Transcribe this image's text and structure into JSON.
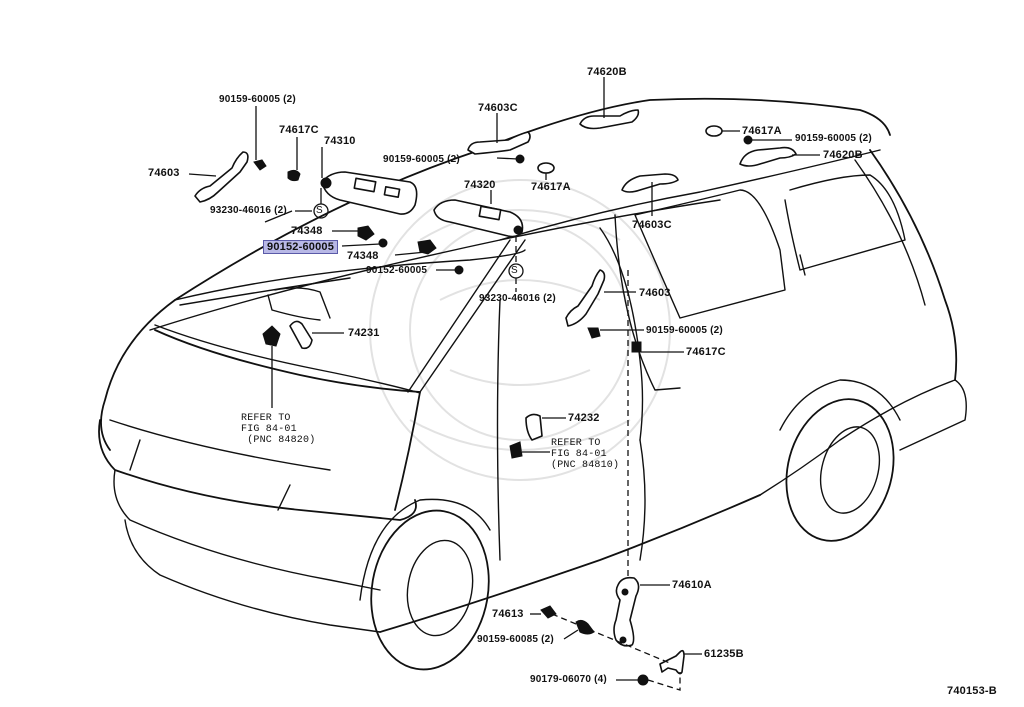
{
  "diagram": {
    "title": "Roof headlining / assist grip / sun visor parts diagram",
    "figure_code": "740153-B",
    "highlight_color": "#b8b8e6",
    "selected_part": "90152-60005",
    "labels": {
      "p74620B_top": "74620B",
      "p74603C_top": "74603C",
      "p90159_60005_left": "90159-60005 (2)",
      "p74617C_left": "74617C",
      "p74310": "74310",
      "p74603_left": "74603",
      "p90159_60005_mid": "90159-60005 (2)",
      "p74617A_mid": "74617A",
      "p74320": "74320",
      "p93230_46016_left": "93230-46016 (2)",
      "p74348_a": "74348",
      "p90152_60005_sel": "90152-60005",
      "p74348_b": "74348",
      "p90152_60005_b": "90152-60005",
      "p93230_46016_mid": "93230-46016 (2)",
      "p74617A_right": "74617A",
      "p90159_60005_right": "90159-60005 (2)",
      "p74620B_right": "74620B",
      "p74603C_right": "74603C",
      "p74603_right": "74603",
      "p90159_60005_door": "90159-60005 (2)",
      "p74617C_right": "74617C",
      "p74231": "74231",
      "p74232": "74232",
      "p74610A": "74610A",
      "p74613": "74613",
      "p90159_60085": "90159-60085 (2)",
      "p61235B": "61235B",
      "p90179_06070": "90179-06070 (4)",
      "s_symbol": "S"
    },
    "notes": {
      "refer_84820": "REFER TO\nFIG 84-01\n (PNC 84820)",
      "refer_84810": "REFER TO\nFIG 84-01\n(PNC 84810)"
    }
  }
}
